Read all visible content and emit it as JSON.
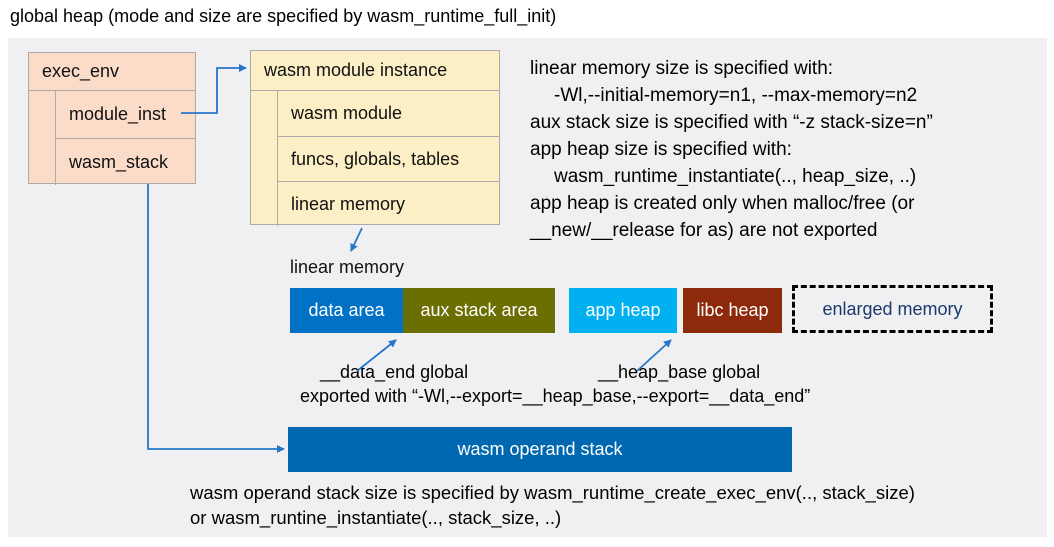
{
  "title": "global heap (mode and size are specified by wasm_runtime_full_init)",
  "exec_env": {
    "header": "exec_env",
    "rows": [
      "module_inst",
      "wasm_stack"
    ]
  },
  "module_instance": {
    "header": "wasm module instance",
    "rows": [
      "wasm module",
      "funcs, globals, tables",
      "linear memory"
    ]
  },
  "notes": {
    "lines": [
      "linear memory size is specified with:",
      "-Wl,--initial-memory=n1, --max-memory=n2",
      "aux stack size is specified with “-z stack-size=n”",
      "app heap size is specified with:",
      "wasm_runtime_instantiate(.., heap_size, ..)",
      "app heap is created only when malloc/free (or",
      "__new/__release for as) are not exported"
    ]
  },
  "linear_memory": {
    "label": "linear memory",
    "segments": [
      {
        "label": "data area",
        "color": "#0071C5"
      },
      {
        "label": "aux stack area",
        "color": "#6B6E00"
      },
      {
        "label": "app heap",
        "color": "#00B0F0"
      },
      {
        "label": "libc heap",
        "color": "#8E2A0C"
      },
      {
        "label": "enlarged memory",
        "color": "transparent"
      }
    ],
    "annotations": {
      "data_end": "__data_end global",
      "heap_base": "__heap_base global",
      "exported": "exported with “-Wl,--export=__heap_base,--export=__data_end”"
    }
  },
  "operand_stack": {
    "label": "wasm operand stack",
    "color": "#0068B0"
  },
  "footer": {
    "lines": [
      "wasm operand stack size is specified by wasm_runtime_create_exec_env(.., stack_size)",
      "or wasm_runtine_instantiate(.., stack_size, ..)"
    ]
  },
  "colors": {
    "panel_background": "#F0F0F2",
    "exec_env_fill": "#FBDCC9",
    "module_instance_fill": "#FCEFC6",
    "box_border": "#ACABA9",
    "connector_blue": "#2777C8",
    "enlarged_memory_text": "#1B3A6B"
  }
}
